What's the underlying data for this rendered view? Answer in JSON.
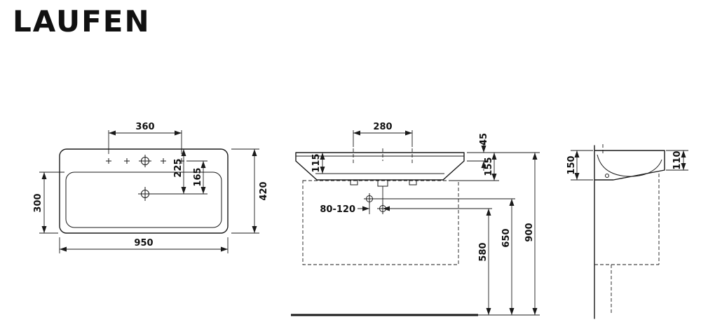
{
  "brand": {
    "logo_text": "LAUFEN"
  },
  "dimensions": {
    "plan": {
      "tap_hole_spacing": "360",
      "bowl_depth": "300",
      "back_edge_to_drain": "225",
      "tap_line_to_drain": "165",
      "overall_depth": "420",
      "overall_width": "950"
    },
    "front": {
      "tap_hole_spacing": "280",
      "bowl_inner_depth": "115",
      "front_edge_thickness": "45",
      "side_edge_height": "155",
      "outlet_offset_range": "80-120",
      "trap_outlet_height": "580",
      "supply_height": "650",
      "rim_height": "900"
    },
    "side": {
      "back_height": "150",
      "front_edge_height": "110"
    }
  }
}
